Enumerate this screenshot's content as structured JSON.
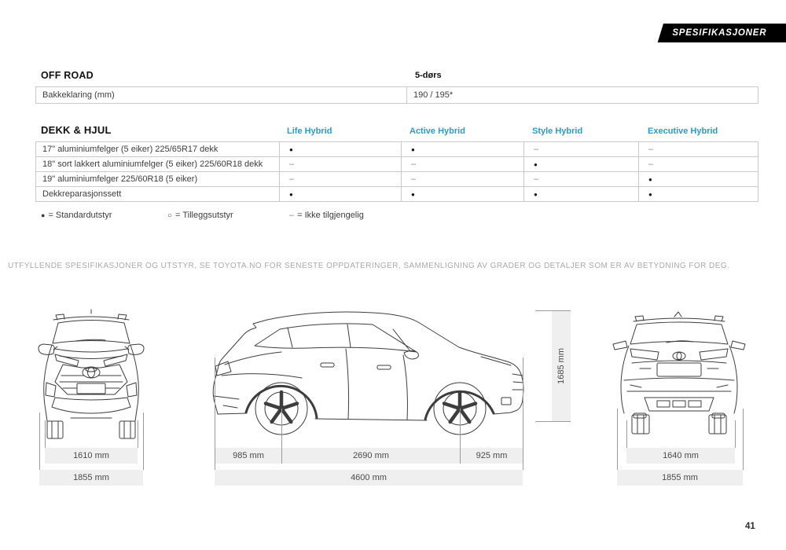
{
  "page": {
    "banner": "SPESIFIKASJONER",
    "number": "41",
    "note": "UTFYLLENDE SPESIFIKASJONER OG UTSTYR, SE TOYOTA.NO FOR SENESTE OPPDATERINGER, SAMMENLIGNING AV GRADER OG DETALJER SOM ER AV BETYDNING FOR DEG."
  },
  "offroad": {
    "title": "OFF ROAD",
    "column": "5-dørs",
    "row_label": "Bakkeklaring (mm)",
    "row_value": "190 / 195*"
  },
  "wheels": {
    "title": "DEKK & HJUL",
    "columns": [
      "Life Hybrid",
      "Active Hybrid",
      "Style Hybrid",
      "Executive  Hybrid"
    ],
    "rows": [
      {
        "label": "17\" aluminiumfelger (5 eiker) 225/65R17 dekk",
        "values": [
          "●",
          "●",
          "–",
          "–"
        ]
      },
      {
        "label": "18\" sort lakkert aluminiumfelger (5 eiker) 225/60R18 dekk",
        "values": [
          "–",
          "–",
          "●",
          "–"
        ]
      },
      {
        "label": "19\" aluminiumfelger  225/60R18 (5 eiker)",
        "values": [
          "–",
          "–",
          "–",
          "●"
        ]
      },
      {
        "label": "Dekkreparasjonssett",
        "values": [
          "●",
          "●",
          "●",
          "●"
        ]
      }
    ],
    "legend": [
      {
        "symbol": "●",
        "text": "= Standardutstyr"
      },
      {
        "symbol": "○",
        "text": "= Tilleggsutstyr"
      },
      {
        "symbol": "–",
        "text": "= Ikke tilgjengelig"
      }
    ]
  },
  "dimensions": {
    "front_track": "1610 mm",
    "front_width": "1855 mm",
    "rear_overhang": "985 mm",
    "wheelbase": "2690 mm",
    "front_overhang": "925 mm",
    "length": "4600 mm",
    "height": "1685 mm",
    "rear_track": "1640 mm",
    "rear_width": "1855 mm"
  },
  "colors": {
    "accent": "#2a9cc1",
    "banner_bg": "#000000",
    "bar_bg": "#efefef",
    "table_border": "#c9c9c9",
    "note_text": "#a9a9a9"
  }
}
